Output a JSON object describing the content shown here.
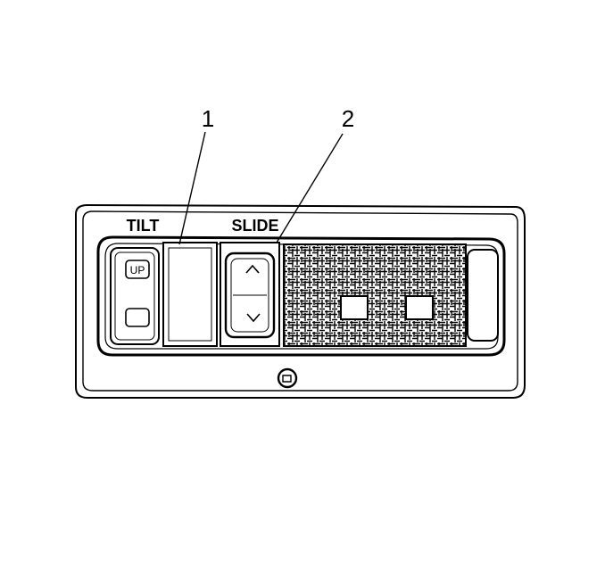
{
  "labels": {
    "tilt": "TILT",
    "slide": "SLIDE",
    "up": "UP"
  },
  "callouts": {
    "one": "1",
    "two": "2"
  },
  "icons": {
    "slide_up": "chevron-up-icon",
    "slide_down": "chevron-down-icon",
    "screw": "screw-icon"
  },
  "colors": {
    "line": "#000000",
    "background": "#ffffff"
  }
}
